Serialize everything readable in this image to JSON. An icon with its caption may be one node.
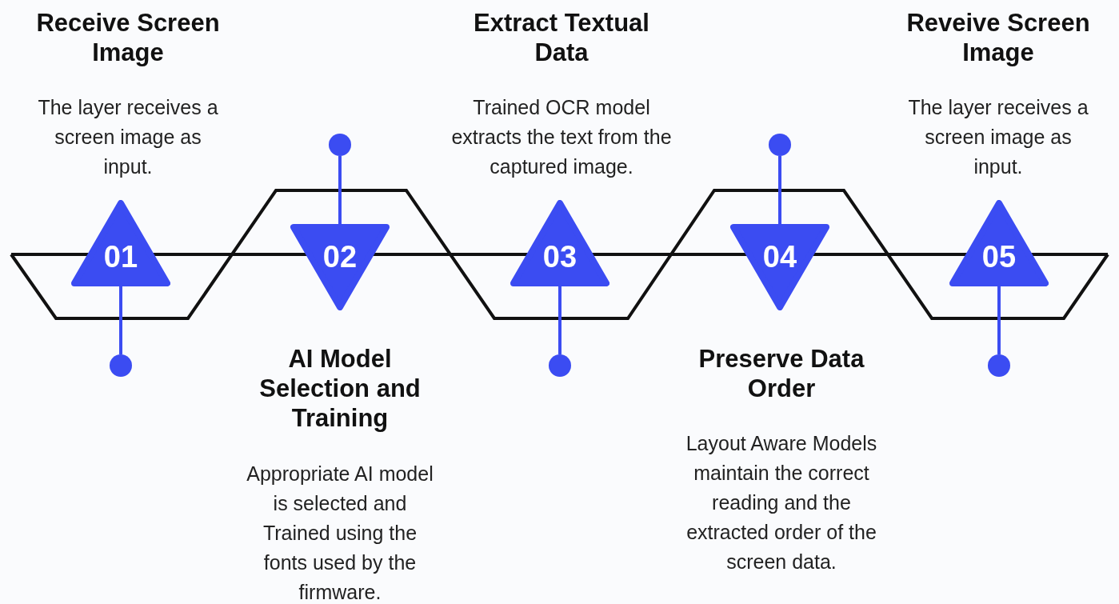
{
  "diagram": {
    "nodes": [
      {
        "text": [
          "01"
        ]
      },
      {
        "text": [
          "02"
        ]
      },
      {
        "text": [
          "03"
        ]
      },
      {
        "text": [
          "04"
        ]
      },
      {
        "text": [
          "05"
        ]
      },
      {
        "text": [],
        "shape": "circle"
      },
      {
        "text": [],
        "shape": "circle"
      },
      {
        "text": [],
        "shape": "circle"
      },
      {
        "text": [],
        "shape": "circle"
      },
      {
        "text": [],
        "shape": "circle"
      }
    ],
    "edges": [
      {
        "from": 0,
        "to": 5,
        "arrow": "none"
      },
      {
        "from": 1,
        "to": 6,
        "arrow": "none"
      },
      {
        "from": 2,
        "to": 7,
        "arrow": "none"
      },
      {
        "from": 3,
        "to": 8,
        "arrow": "none"
      },
      {
        "from": 4,
        "to": 9,
        "arrow": "none"
      }
    ],
    "labels": [
      "Receive Screen Image",
      "The layer receives a screen image as input.",
      "Extract Textual Data",
      "Trained OCR model extracts the text from the captured image.",
      "Reveive Screen Image",
      "The layer receives a screen image as input.",
      "AI Model Selection and Training",
      "Appropriate AI model is selected and Trained using the fonts used by the firmware.",
      "Preserve Data Order",
      "Layout Aware Models maintain the correct reading and the extracted order of the screen data."
    ]
  }
}
